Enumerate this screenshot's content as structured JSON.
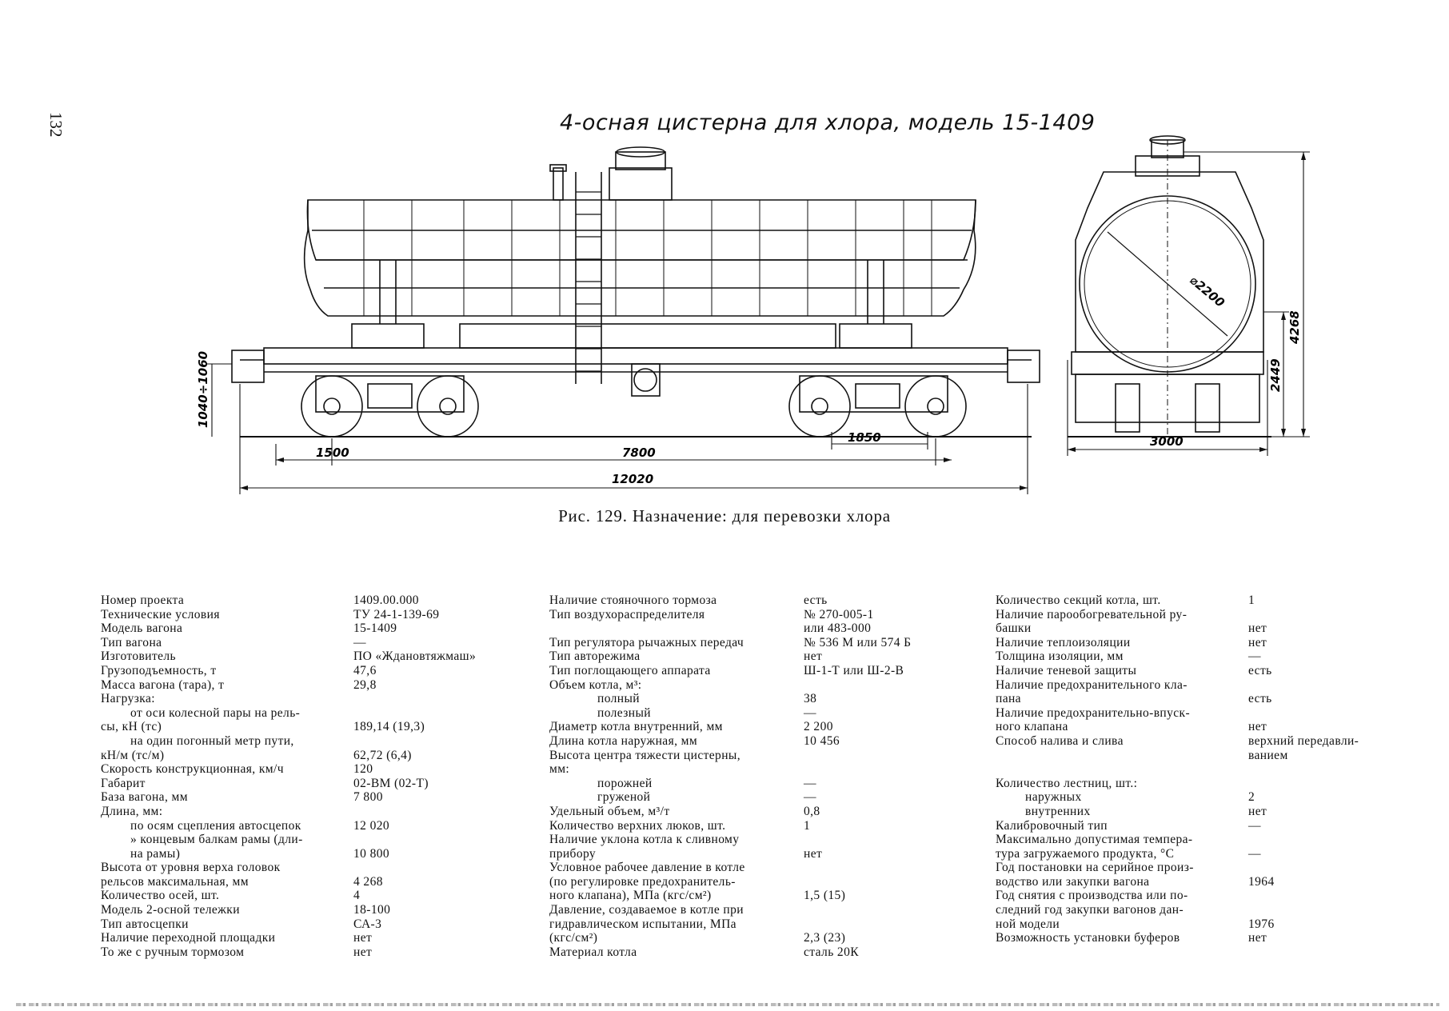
{
  "page_number": "132",
  "drawing_title": "4-осная цистерна для хлора, модель 15-1409",
  "dimensions": {
    "coupler_height": "1040÷1060",
    "overhang": "1500",
    "wheelbase": "7800",
    "bogie_base": "1850",
    "overall_length": "12020",
    "tank_diameter": "⌀2200",
    "width": "3000",
    "max_height": "4268",
    "frame_height": "2449"
  },
  "caption": "Рис. 129. Назначение: для перевозки хлора",
  "column1": [
    {
      "k": "Номер проекта",
      "v": "1409.00.000",
      "i": 0
    },
    {
      "k": "Технические условия",
      "v": "ТУ 24-1-139-69",
      "i": 0
    },
    {
      "k": "Модель вагона",
      "v": "15-1409",
      "i": 0
    },
    {
      "k": "Тип вагона",
      "v": "—",
      "i": 0
    },
    {
      "k": "Изготовитель",
      "v": "ПО «Ждановтяжмаш»",
      "i": 0
    },
    {
      "k": "Грузоподъемность, т",
      "v": "47,6",
      "i": 0
    },
    {
      "k": "Масса вагона (тара), т",
      "v": "29,8",
      "i": 0
    },
    {
      "k": "Нагрузка:",
      "v": "",
      "i": 0
    },
    {
      "k": "от оси колесной пары на рель-",
      "v": "",
      "i": 1
    },
    {
      "k": "сы, кН (тс)",
      "v": "189,14 (19,3)",
      "i": 0
    },
    {
      "k": "на один погонный метр пути,",
      "v": "",
      "i": 1
    },
    {
      "k": "кН/м (тс/м)",
      "v": "62,72 (6,4)",
      "i": 0
    },
    {
      "k": "Скорость конструкционная, км/ч",
      "v": "120",
      "i": 0
    },
    {
      "k": "Габарит",
      "v": "02-ВМ (02-Т)",
      "i": 0
    },
    {
      "k": "База вагона, мм",
      "v": "7 800",
      "i": 0
    },
    {
      "k": "Длина, мм:",
      "v": "",
      "i": 0
    },
    {
      "k": "по осям сцепления автосцепок",
      "v": "12 020",
      "i": 1
    },
    {
      "k": "» концевым балкам рамы (дли-",
      "v": "",
      "i": 1
    },
    {
      "k": "на рамы)",
      "v": "10 800",
      "i": 1
    },
    {
      "k": "Высота от уровня верха головок",
      "v": "",
      "i": 0
    },
    {
      "k": "рельсов максимальная, мм",
      "v": "4 268",
      "i": 0
    },
    {
      "k": "Количество осей, шт.",
      "v": "4",
      "i": 0
    },
    {
      "k": "Модель 2-осной тележки",
      "v": "18-100",
      "i": 0
    },
    {
      "k": "Тип автосцепки",
      "v": "СА-3",
      "i": 0
    },
    {
      "k": "Наличие переходной площадки",
      "v": "нет",
      "i": 0
    },
    {
      "k": "То же с ручным тормозом",
      "v": "нет",
      "i": 0
    }
  ],
  "column2": [
    {
      "k": "Наличие стояночного тормоза",
      "v": "есть",
      "i": 0
    },
    {
      "k": "Тип воздухораспределителя",
      "v": "№ 270-005-1",
      "i": 0
    },
    {
      "k": "",
      "v": "или 483-000",
      "i": 0
    },
    {
      "k": "Тип регулятора рычажных передач",
      "v": "№ 536 М или 574 Б",
      "i": 0
    },
    {
      "k": "Тип авторежима",
      "v": "нет",
      "i": 0
    },
    {
      "k": "Тип поглощающего аппарата",
      "v": "Ш-1-Т или Ш-2-В",
      "i": 0
    },
    {
      "k": "Объем котла, м³:",
      "v": "",
      "i": 0
    },
    {
      "k": "полный",
      "v": "38",
      "i": 3
    },
    {
      "k": "полезный",
      "v": "—",
      "i": 3
    },
    {
      "k": "Диаметр котла внутренний, мм",
      "v": "2 200",
      "i": 0
    },
    {
      "k": "Длина котла наружная, мм",
      "v": "10 456",
      "i": 0
    },
    {
      "k": "Высота центра тяжести цистерны,",
      "v": "",
      "i": 0
    },
    {
      "k": "мм:",
      "v": "",
      "i": 0
    },
    {
      "k": "порожней",
      "v": "—",
      "i": 3
    },
    {
      "k": "груженой",
      "v": "—",
      "i": 3
    },
    {
      "k": "Удельный объем, м³/т",
      "v": "0,8",
      "i": 0
    },
    {
      "k": "Количество верхних люков, шт.",
      "v": "1",
      "i": 0
    },
    {
      "k": "Наличие уклона котла к сливному",
      "v": "",
      "i": 0
    },
    {
      "k": "прибору",
      "v": "нет",
      "i": 0
    },
    {
      "k": "Условное рабочее давление в котле",
      "v": "",
      "i": 0
    },
    {
      "k": "(по регулировке предохранитель-",
      "v": "",
      "i": 0
    },
    {
      "k": "ного клапана), МПа (кгс/см²)",
      "v": "1,5 (15)",
      "i": 0
    },
    {
      "k": "Давление, создаваемое в котле при",
      "v": "",
      "i": 0
    },
    {
      "k": "гидравлическом испытании, МПа",
      "v": "",
      "i": 0
    },
    {
      "k": "(кгс/см²)",
      "v": "2,3 (23)",
      "i": 0
    },
    {
      "k": "Материал котла",
      "v": "сталь 20К",
      "i": 0
    }
  ],
  "column3": [
    {
      "k": "Количество секций котла, шт.",
      "v": "1",
      "i": 0
    },
    {
      "k": "Наличие парообогревательной ру-",
      "v": "",
      "i": 0
    },
    {
      "k": "башки",
      "v": "нет",
      "i": 0
    },
    {
      "k": "Наличие теплоизоляции",
      "v": "нет",
      "i": 0
    },
    {
      "k": "Толщина изоляции, мм",
      "v": "—",
      "i": 0
    },
    {
      "k": "Наличие теневой защиты",
      "v": "есть",
      "i": 0
    },
    {
      "k": "Наличие предохранительного кла-",
      "v": "",
      "i": 0
    },
    {
      "k": "пана",
      "v": "есть",
      "i": 0
    },
    {
      "k": "Наличие предохранительно-впуск-",
      "v": "",
      "i": 0
    },
    {
      "k": "ного клапана",
      "v": "нет",
      "i": 0
    },
    {
      "k": "Способ налива и слива",
      "v": "верхний передавли-",
      "i": 0
    },
    {
      "k": "",
      "v": "ванием",
      "i": 0
    },
    {
      "k": "",
      "v": "",
      "i": 0
    },
    {
      "k": "Количество лестниц, шт.:",
      "v": "",
      "i": 0
    },
    {
      "k": "наружных",
      "v": "2",
      "i": 2
    },
    {
      "k": "внутренних",
      "v": "нет",
      "i": 2
    },
    {
      "k": "Калибровочный тип",
      "v": "—",
      "i": 0
    },
    {
      "k": "Максимально допустимая темпера-",
      "v": "",
      "i": 0
    },
    {
      "k": "тура загружаемого продукта, °С",
      "v": "—",
      "i": 0
    },
    {
      "k": "Год постановки на серийное произ-",
      "v": "",
      "i": 0
    },
    {
      "k": "водство или закупки вагона",
      "v": "1964",
      "i": 0
    },
    {
      "k": "Год снятия с производства или по-",
      "v": "",
      "i": 0
    },
    {
      "k": "следний год закупки вагонов дан-",
      "v": "",
      "i": 0
    },
    {
      "k": "ной модели",
      "v": "1976",
      "i": 0
    },
    {
      "k": "Возможность установки буферов",
      "v": "нет",
      "i": 0
    }
  ]
}
